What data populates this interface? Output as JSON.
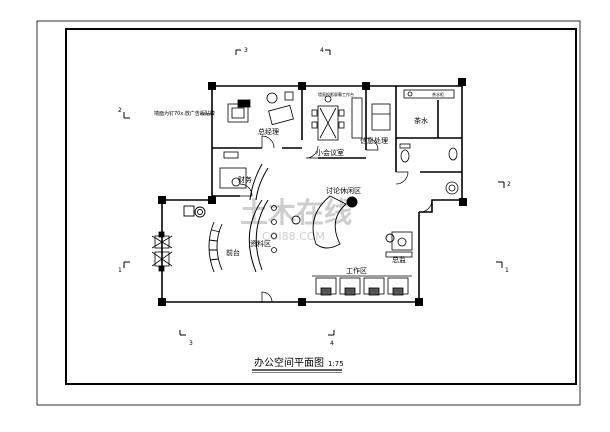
{
  "drawing": {
    "title": "办公空间平面图",
    "scale": "1:75"
  },
  "rooms": {
    "general_manager": "总经理",
    "small_meeting": "小会议室",
    "info_processing": "信息处理",
    "tea_water": "茶水",
    "finance": "财务",
    "discussion_lounge": "讨论休闲区",
    "front_desk": "前台",
    "display_area": "资料区",
    "work_area": "工作区",
    "director": "总监"
  },
  "annotations": {
    "wall_note": "墙面为钉70x.放广告版贴膜",
    "screen_note": "墙面投影屏幕工作台",
    "tea_counter": "茶水柜"
  },
  "axis_marks": {
    "top_left": "3",
    "top_right": "4",
    "bottom_left": "3",
    "bottom_right": "4",
    "left_upper": "2",
    "left_lower": "1",
    "right_upper": "2",
    "right_lower": "1"
  },
  "watermark": {
    "main": "土木在线",
    "sub": "COI88.COM"
  },
  "colors": {
    "line": "#000000",
    "watermark": "#c9c9c9",
    "background": "#ffffff"
  }
}
